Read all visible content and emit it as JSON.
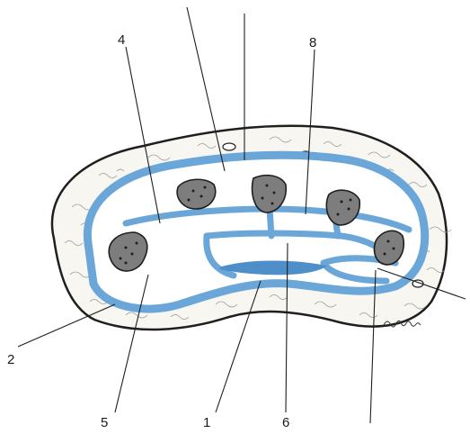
{
  "diagram": {
    "labels": {
      "l1": "1",
      "l2": "2",
      "l4": "4",
      "l5": "5",
      "l6": "6",
      "l8": "8"
    },
    "colors": {
      "sheath_blue": "#6aa6d8",
      "bone_gray": "#7d7d7d",
      "fat_tissue": "#f7f6f1",
      "outline": "#1f1f1f"
    }
  }
}
